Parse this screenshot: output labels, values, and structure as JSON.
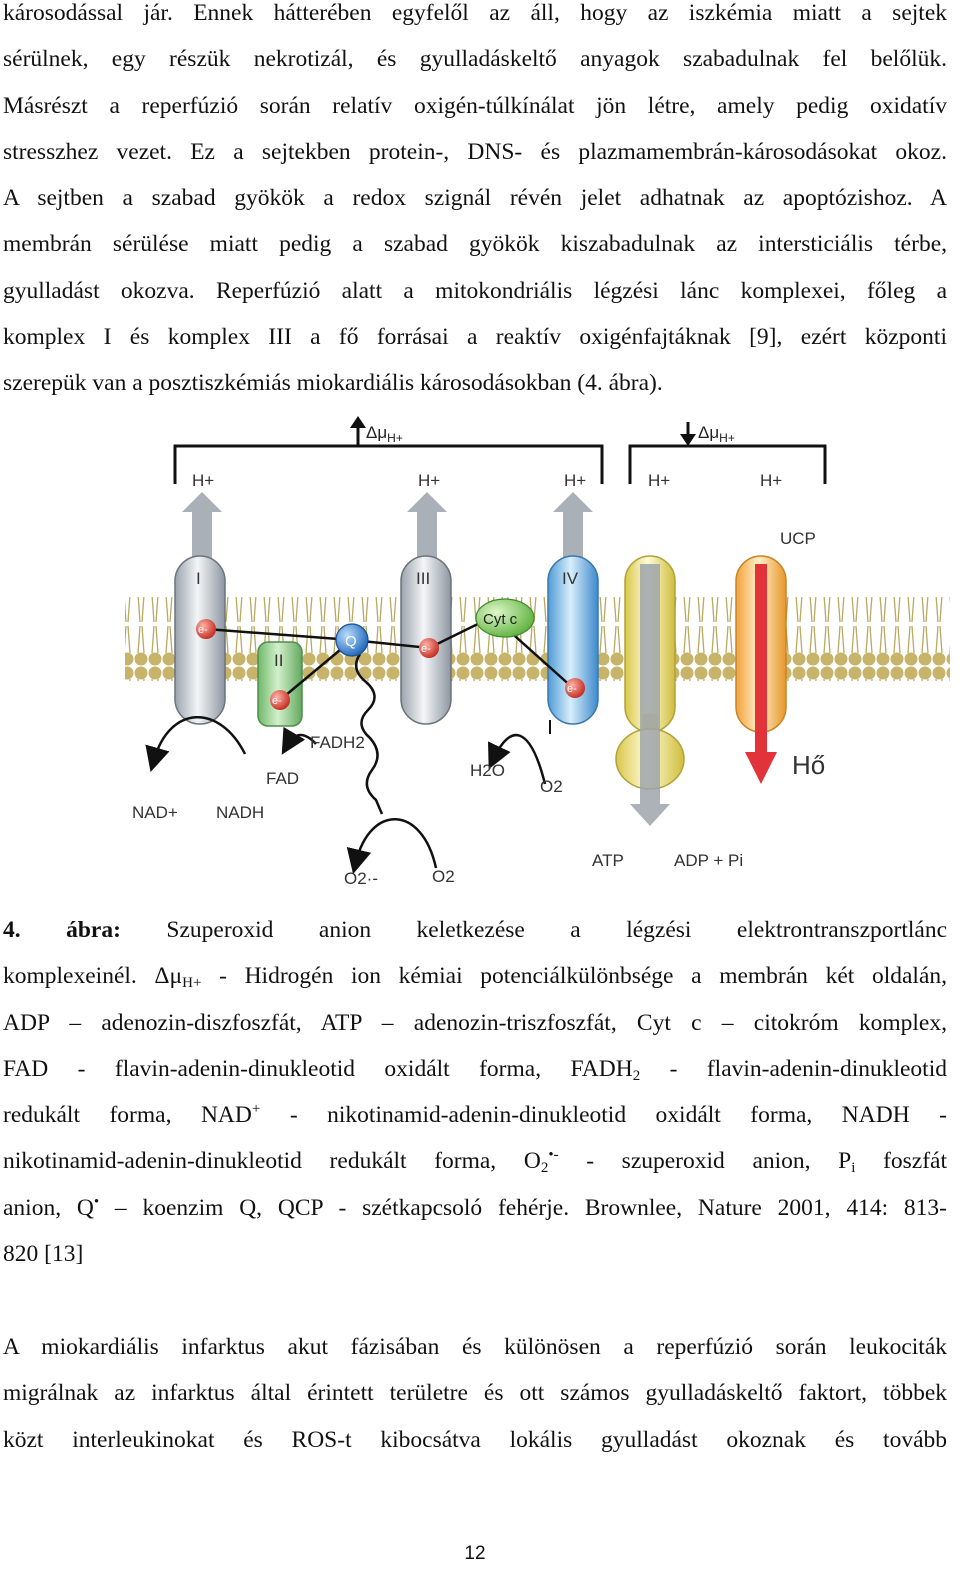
{
  "para1": [
    "károsodással jár. Ennek hátterében egyfelől az áll, hogy az iszkémia miatt a sejtek",
    "sérülnek, egy részük nekrotizál, és gyulladáskeltő anyagok szabadulnak fel belőlük.",
    "Másrészt a reperfúzió során relatív oxigén-túlkínálat jön létre, amely pedig oxidatív",
    "stresszhez vezet. Ez a sejtekben protein-, DNS- és plazmamembrán-károsodásokat okoz.",
    "A sejtben a szabad gyökök a redox szignál révén jelet adhatnak az apoptózishoz. A",
    "membrán sérülése miatt pedig a szabad gyökök kiszabadulnak az intersticiális térbe,",
    "gyulladást okozva. Reperfúzió alatt a mitokondriális légzési lánc komplexei, főleg a",
    "komplex I és komplex III a fő forrásai a reaktív oxigénfajtáknak [9], ezért központi",
    "szerepük van a posztiszkémiás miokardiális károsodásokban (4. ábra)."
  ],
  "figure": {
    "delta_mu": "Δμ",
    "delta_sub": "H+",
    "h_plus": "H+",
    "complex_labels": [
      "I",
      "II",
      "III",
      "IV"
    ],
    "electron": "e-",
    "q": "Q",
    "cyt_c": "Cyt c",
    "ucp": "UCP",
    "heat": "Hő",
    "fadh2": "FADH2",
    "fad": "FAD",
    "nad_plus": "NAD+",
    "nadh": "NADH",
    "h2o": "H2O",
    "o2": "O2",
    "superoxide": "O2·-",
    "atp": "ATP",
    "adp_pi": "ADP + Pi",
    "colors": {
      "membrane": "#d6c98a",
      "complex_grey": "#d9dde3",
      "complex_green": "#a8d8a0",
      "complex_blue": "#9fd0ef",
      "atpase_yellow": "#f6ee9a",
      "ucp_orange": "#f7c05a",
      "heat_arrow": "#e2333b",
      "electron_red": "#d83a2e",
      "q_blue": "#2d7fd3"
    }
  },
  "caption": {
    "label": "4. ábra:",
    "title": "Szuperoxid anion keletkezése a légzési elektrontranszportlánc",
    "l2a": "komplexeinél. Δμ",
    "l2sub": "H+",
    "l2b": " - Hidrogén ion kémiai potenciálkülönbsége a membrán két oldalán,",
    "l3": "ADP – adenozin-diszfoszfát, ATP – adenozin-triszfoszfát, Cyt c – citokróm komplex,",
    "l4a": "FAD - flavin-adenin-dinukleotid oxidált forma, FADH",
    "l4sub": "2",
    "l4b": " - flavin-adenin-dinukleotid",
    "l5a": "redukált forma, NAD",
    "l5sup": "+",
    "l5b": " - nikotinamid-adenin-dinukleotid oxidált forma, NADH -",
    "l6a": "nikotinamid-adenin-dinukleotid redukált forma, O",
    "l6sub": "2",
    "l6sup": "•-",
    "l6b": " - szuperoxid anion, P",
    "l6sub2": "i",
    "l6c": " foszfát",
    "l7a": "anion, Q",
    "l7sup": "•",
    "l7b": " – koenzim Q, QCP - szétkapcsoló fehérje. Brownlee, Nature 2001, 414: 813-",
    "l8": "820 [13]"
  },
  "para2": [
    "A miokardiális infarktus akut fázisában és különösen a reperfúzió során leukociták",
    "migrálnak az infarktus által érintett területre és ott számos gyulladáskeltő faktort, többek",
    "közt interleukinokat és ROS-t kibocsátva lokális gyulladást okoznak és tovább"
  ],
  "page_number": "12"
}
